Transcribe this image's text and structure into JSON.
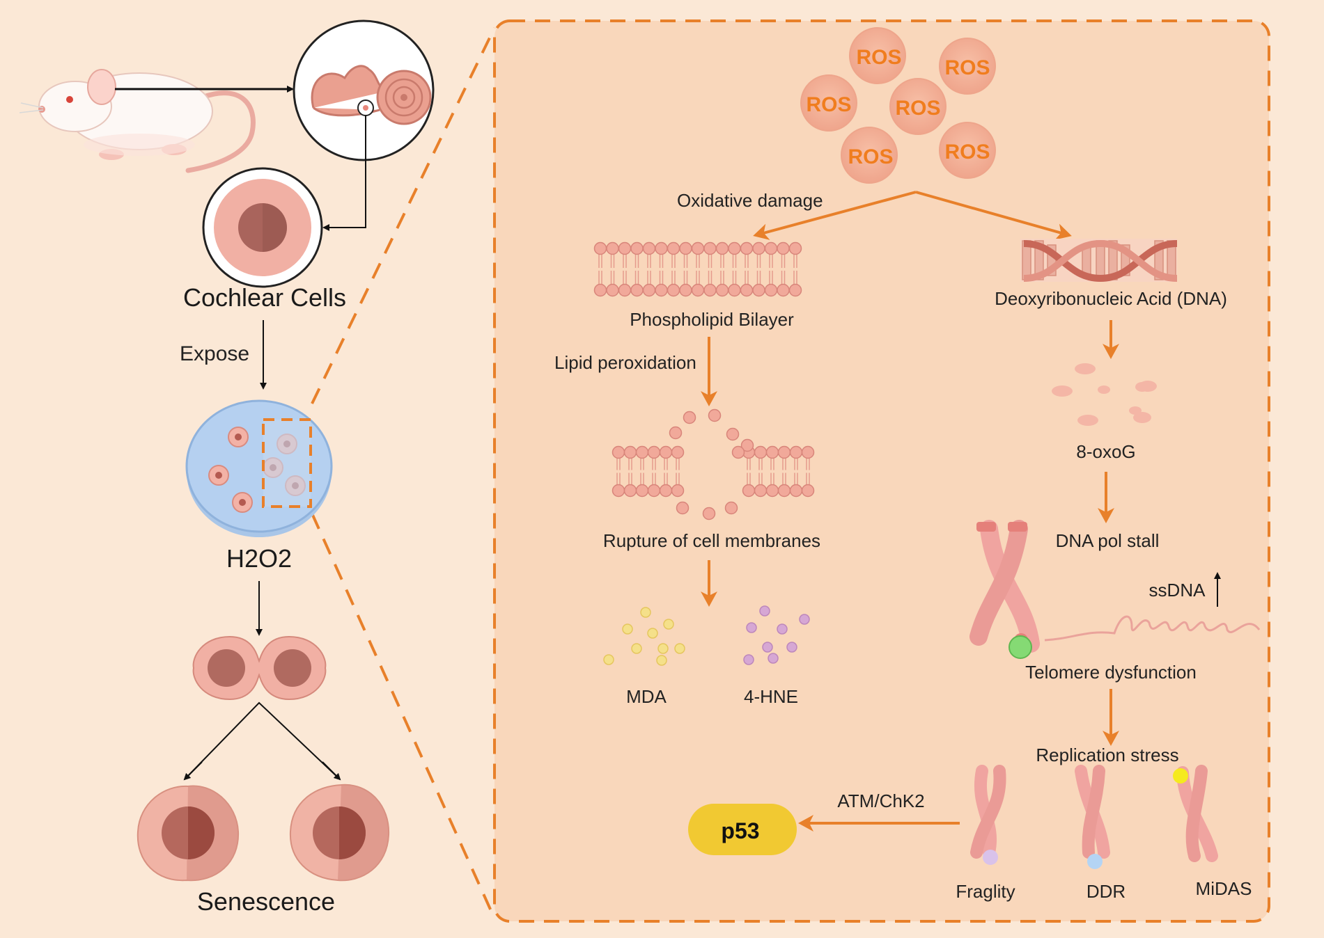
{
  "left_panel": {
    "cochlear_cells": "Cochlear Cells",
    "expose": "Expose",
    "h2o2": "H2O2",
    "senescence": "Senescence"
  },
  "ros_labels": [
    "ROS",
    "ROS",
    "ROS",
    "ROS",
    "ROS",
    "ROS"
  ],
  "membrane_path": {
    "oxidative_damage": "Oxidative damage",
    "phospholipid_bilayer": "Phospholipid Bilayer",
    "lipid_peroxidation": "Lipid peroxidation",
    "rupture": "Rupture of cell membranes",
    "mda": "MDA",
    "hne": "4-HNE"
  },
  "dna_path": {
    "dna": "Deoxyribonucleic Acid (DNA)",
    "oxog": "8-oxoG",
    "pol_stall": "DNA pol stall",
    "ssdna": "ssDNA",
    "telomere": "Telomere dysfunction",
    "replication_stress": "Replication stress",
    "fragility": "Fraglity",
    "ddr": "DDR",
    "midas": "MiDAS",
    "atm": "ATM/ChK2",
    "p53": "p53"
  },
  "colors": {
    "background": "#fbe8d6",
    "panel": "#f9d7bb",
    "accent": "#e8802a",
    "ros_text": "#f07d1e",
    "cell": "#eea294",
    "p53_fill": "#f1c932"
  }
}
